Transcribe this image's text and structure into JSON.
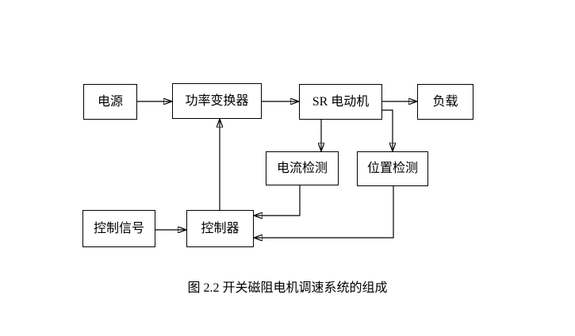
{
  "figure": {
    "caption": "图 2.2 开关磁阻电机调速系统的组成"
  },
  "blocks": [
    {
      "name": "power-source",
      "label": "电源"
    },
    {
      "name": "power-converter",
      "label": "功率变换器"
    },
    {
      "name": "sr-motor",
      "label": "SR 电动机"
    },
    {
      "name": "load",
      "label": "负载"
    },
    {
      "name": "current-detection",
      "label": "电流检测"
    },
    {
      "name": "position-detection",
      "label": "位置检测"
    },
    {
      "name": "control-signal",
      "label": "控制信号"
    },
    {
      "name": "controller",
      "label": "控制器"
    }
  ],
  "connections": [
    {
      "from": "电源",
      "to": "功率变换器"
    },
    {
      "from": "功率变换器",
      "to": "SR 电动机"
    },
    {
      "from": "SR 电动机",
      "to": "负载"
    },
    {
      "from": "SR 电动机",
      "to": "电流检测"
    },
    {
      "from": "SR 电动机",
      "to": "位置检测"
    },
    {
      "from": "电流检测",
      "to": "控制器"
    },
    {
      "from": "位置检测",
      "to": "控制器"
    },
    {
      "from": "控制信号",
      "to": "控制器"
    },
    {
      "from": "控制器",
      "to": "功率变换器"
    }
  ],
  "colors": {
    "line": "#000000",
    "background": "#ffffff"
  }
}
